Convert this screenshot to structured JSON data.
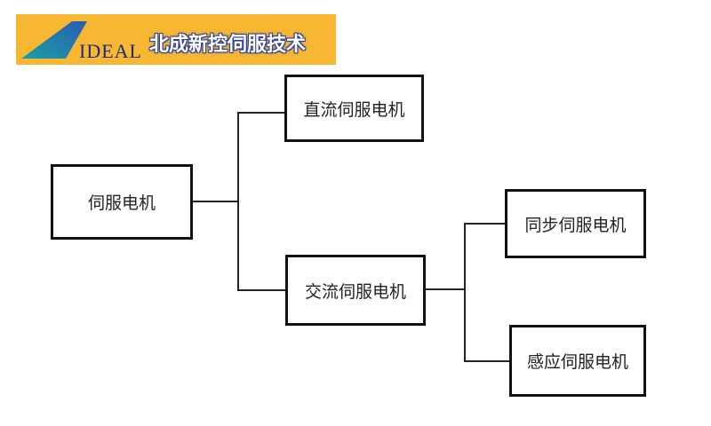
{
  "logo": {
    "brand": "IDEAL",
    "company": "北成新控伺服技术"
  },
  "diagram": {
    "root": "伺服电机",
    "dc": "直流伺服电机",
    "ac": "交流伺服电机",
    "sync": "同步伺服电机",
    "induction": "感应伺服电机"
  }
}
